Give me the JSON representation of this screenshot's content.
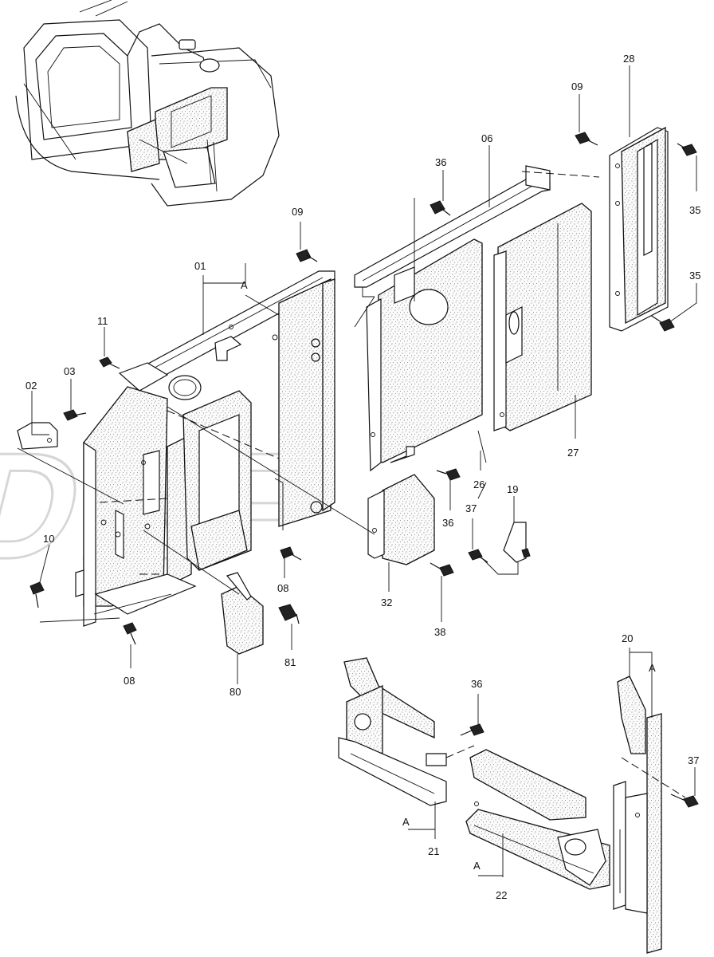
{
  "watermark": "DRF",
  "callouts": {
    "p01": "01",
    "p02": "02",
    "p03": "03",
    "p06": "06",
    "p08a": "08",
    "p08b": "08",
    "p09a": "09",
    "p09b": "09",
    "p10": "10",
    "p11": "11",
    "p19": "19",
    "p20": "20",
    "p21": "21",
    "p22": "22",
    "p26": "26",
    "p27": "27",
    "p28": "28",
    "p32": "32",
    "p35a": "35",
    "p35b": "35",
    "p36a": "36",
    "p36b": "36",
    "p36c": "36",
    "p37a": "37",
    "p37b": "37",
    "p38": "38",
    "p80": "80",
    "p81": "81",
    "refA1": "A",
    "refA2": "A",
    "refA3": "A",
    "refA4": "A"
  }
}
